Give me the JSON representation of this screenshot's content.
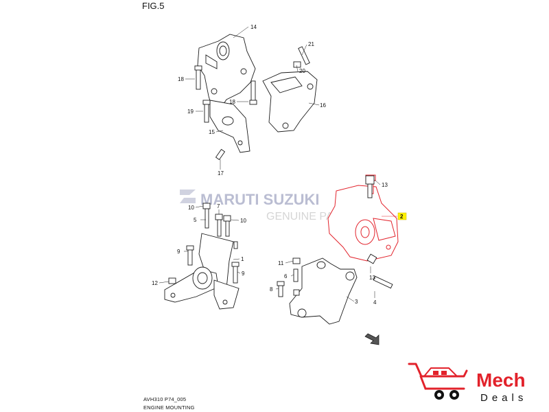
{
  "figure": {
    "title": "FIG.5",
    "code": "AVH310 P74_005",
    "caption": "ENGINE MOUNTING"
  },
  "watermark": {
    "brand": "MARUTI SUZUKI",
    "subtitle": "GENUINE PARTS"
  },
  "logo": {
    "word_top": "Mech",
    "word_bottom": "Deals",
    "accent_color": "#e2222b",
    "dark_color": "#111111"
  },
  "highlight": {
    "part_number": "2",
    "outline_color": "#e2222b",
    "badge_color": "#fff200"
  },
  "callouts": [
    "14",
    "21",
    "20",
    "18",
    "16",
    "18",
    "19",
    "15",
    "17",
    "13",
    "10",
    "7",
    "5",
    "10",
    "9",
    "12",
    "1",
    "9",
    "11",
    "6",
    "8",
    "3",
    "4",
    "13",
    "2"
  ]
}
